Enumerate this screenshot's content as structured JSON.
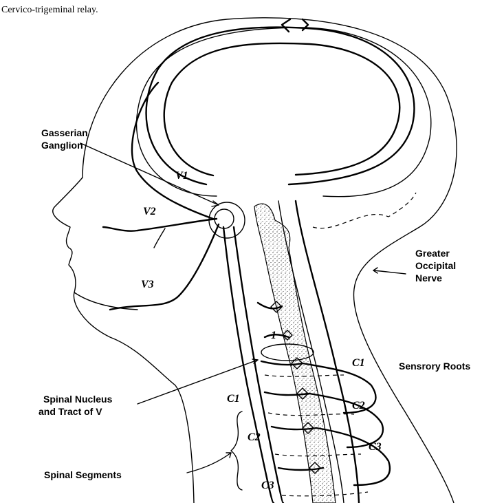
{
  "caption": "Cervico-trigeminal relay.",
  "labels": {
    "gasserian_line1": "Gasserian",
    "gasserian_line2": "Ganglion",
    "v1": "V1",
    "v2": "V2",
    "v3": "V3",
    "greater_line1": "Greater",
    "greater_line2": "Occipital",
    "greater_line3": "Nerve",
    "sensory_roots": "Sensrory Roots",
    "spinal_nucleus_line1": "Spinal Nucleus",
    "spinal_nucleus_line2": "and Tract of V",
    "c1_right": "C1",
    "c2_right": "C2",
    "c3_right": "C3",
    "c1_left": "C1",
    "c2_left": "C2",
    "c3_left": "C3",
    "spinal_segments": "Spinal Segments",
    "small_1": "1"
  }
}
